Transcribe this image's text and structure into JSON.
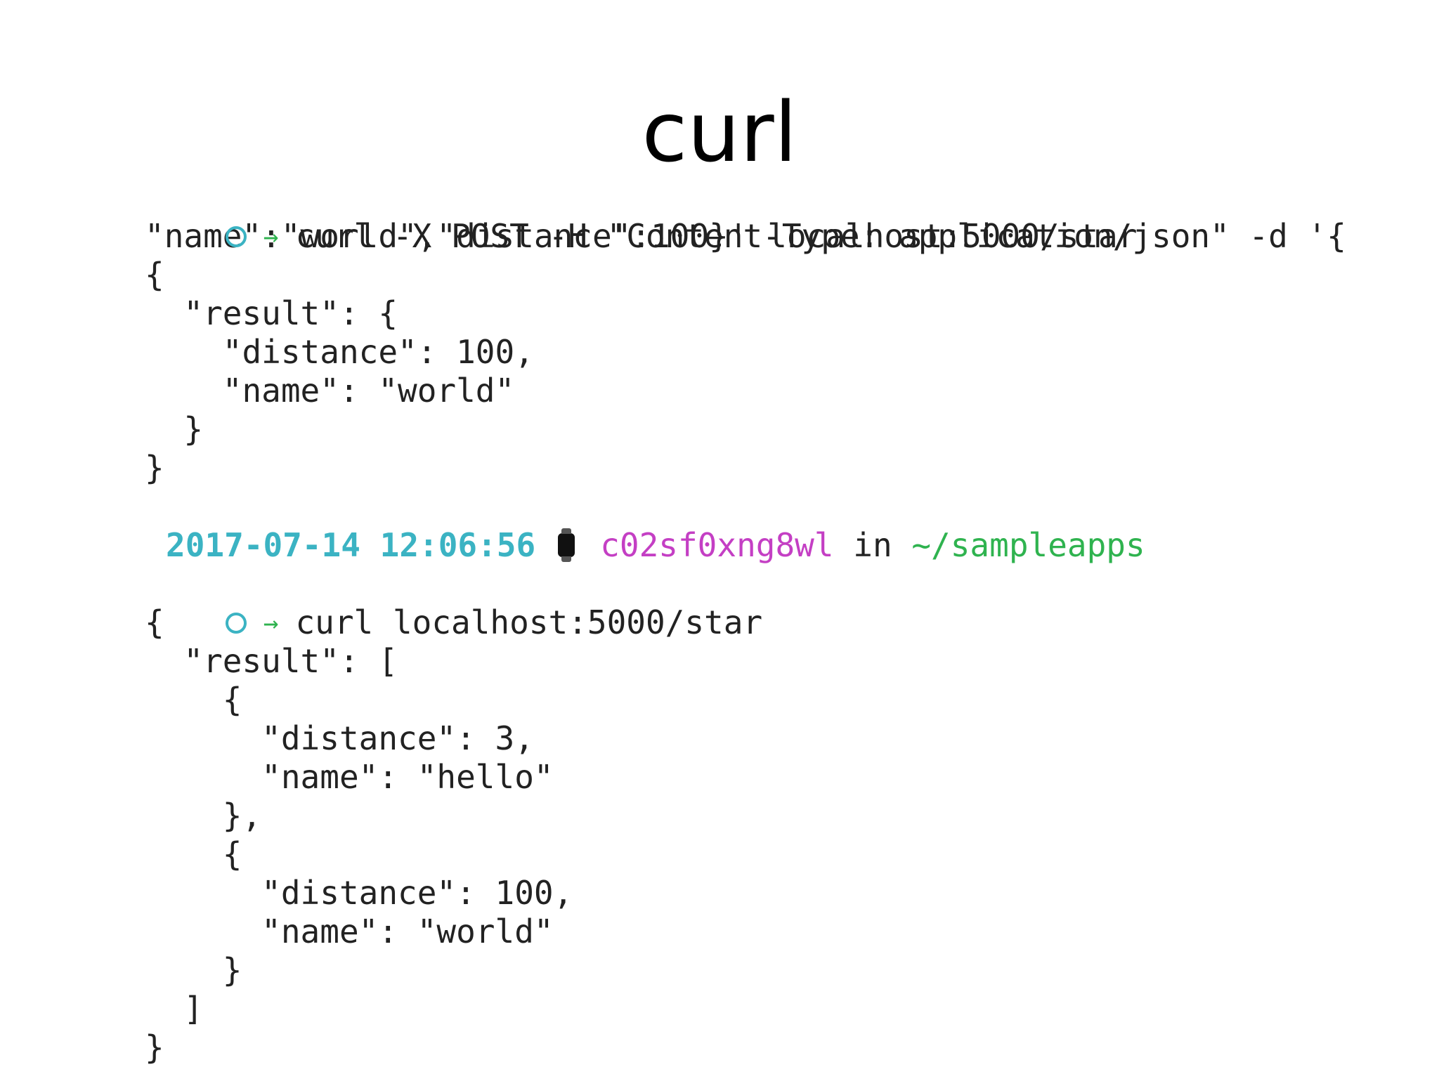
{
  "slide": {
    "title": "curl"
  },
  "terminal": {
    "block1": {
      "command_line1": "curl -X POST -H \"Content-Type: application/json\" -d '{",
      "command_line2": "\"name\":\"world\",\"distance\":100}' localhost:5000/star",
      "output": [
        "{",
        "  \"result\": {",
        "    \"distance\": 100,",
        "    \"name\": \"world\"",
        "  }",
        "}"
      ]
    },
    "status": {
      "timestamp": "2017-07-14 12:06:56",
      "host": "c02sf0xng8wl",
      "in_word": "in",
      "path": "~/sampleapps"
    },
    "block2": {
      "command": "curl localhost:5000/star",
      "output": [
        "{",
        "  \"result\": [",
        "    {",
        "      \"distance\": 3,",
        "      \"name\": \"hello\"",
        "    },",
        "    {",
        "      \"distance\": 100,",
        "      \"name\": \"world\"",
        "    }",
        "  ]",
        "}"
      ]
    },
    "icons": {
      "prompt_arrow": "→",
      "prompt": "circle-icon",
      "status": "watch-icon"
    },
    "colors": {
      "timestamp": "#3bb3c3",
      "host": "#c43fc4",
      "path": "#2fb34f",
      "arrow": "#2fb34f",
      "text": "#222222"
    }
  }
}
